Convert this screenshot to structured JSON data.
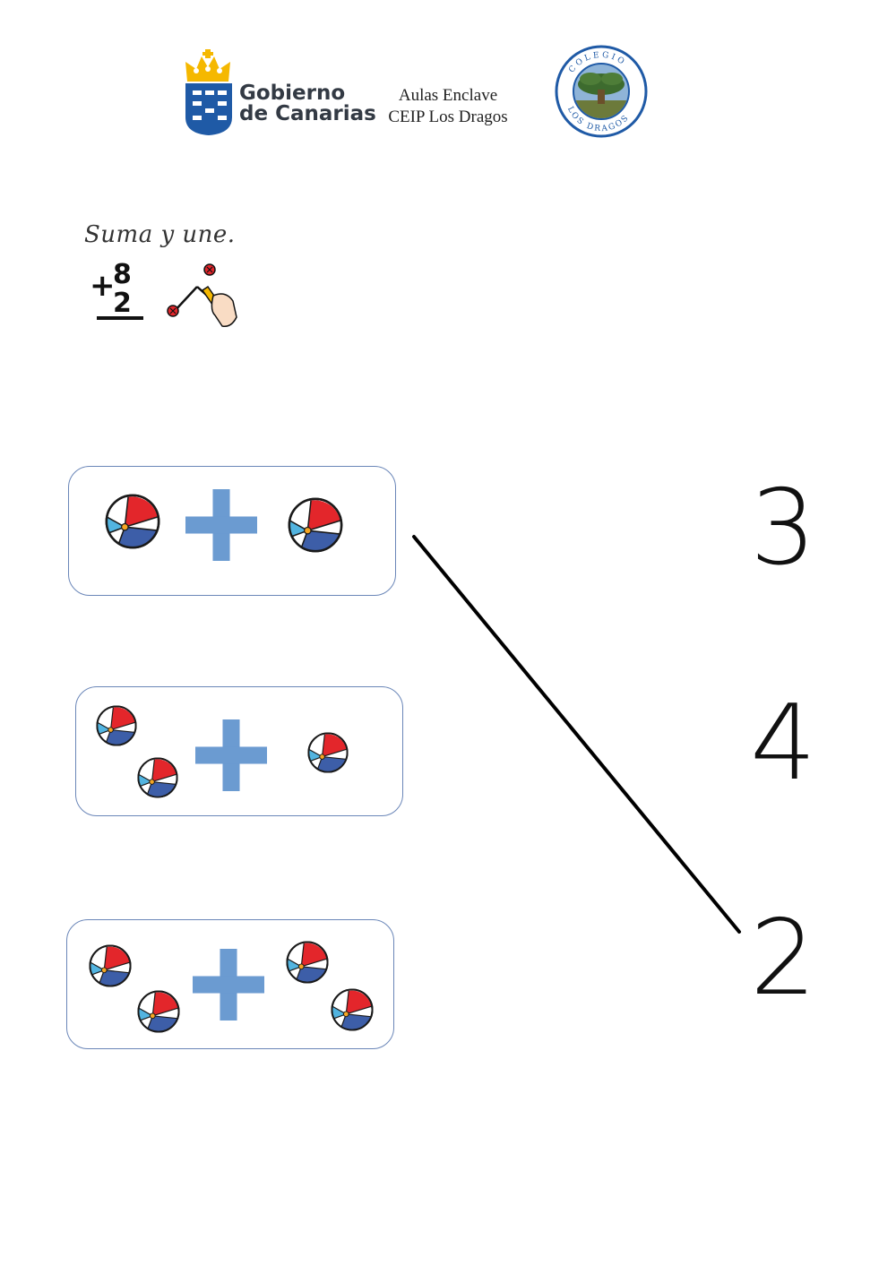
{
  "header": {
    "government_logo_text": [
      "Gobierno",
      "de Canarias"
    ],
    "center_lines": [
      "Aulas Enclave",
      "CEIP Los Dragos"
    ],
    "school_seal_text": "COLEGIO LOS DRAGOS"
  },
  "instruction": {
    "text": "Suma y une.",
    "pictogram_sum_digits": [
      "8",
      "2"
    ],
    "pictogram_sum_operator": "+"
  },
  "icons": {
    "ball": "beach-ball-icon",
    "plus": "plus-icon",
    "pencil_hand": "pencil-hand-icon"
  },
  "colors": {
    "card_border": "#6a86b8",
    "plus_sign": "#6b9bd1",
    "ball_red": "#e3262b",
    "ball_blue": "#3d5ea8",
    "ball_light_blue": "#52b4e0",
    "gov_blue": "#1f5aa6",
    "gov_yellow": "#f5b800"
  },
  "exercises": [
    {
      "left_balls": 1,
      "right_balls": 1
    },
    {
      "left_balls": 2,
      "right_balls": 1
    },
    {
      "left_balls": 2,
      "right_balls": 2
    }
  ],
  "answers": [
    "3",
    "4",
    "2"
  ],
  "drawn_connection": {
    "from_exercise": 1,
    "to_answer": "2"
  }
}
